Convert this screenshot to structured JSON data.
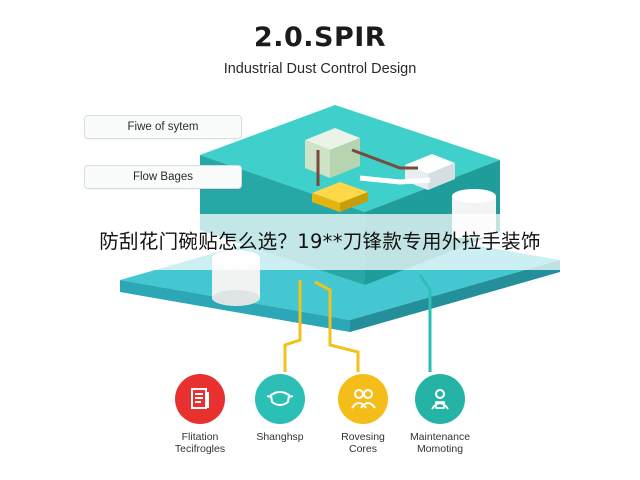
{
  "header": {
    "title": "2.0.SPIR",
    "subtitle": "Industrial Dust Control Design"
  },
  "labels": [
    {
      "text": "Fiwe of sytem"
    },
    {
      "text": "Flow Bages"
    }
  ],
  "banner": {
    "text": "防刮花门碗贴怎么选？19**刀锋款专用外拉手装饰"
  },
  "features": [
    {
      "line1": "Flitation",
      "line2": "Tecifrogles",
      "color": "#e8302f",
      "icon": "document-icon"
    },
    {
      "line1": "Shanghsp",
      "line2": "",
      "color": "#2bbfb6",
      "icon": "mask-icon"
    },
    {
      "line1": "Rovesing",
      "line2": "Cores",
      "color": "#f4bd1a",
      "icon": "people-icon"
    },
    {
      "line1": "Maintenance",
      "line2": "Momoting",
      "color": "#25b3a6",
      "icon": "worker-icon"
    }
  ],
  "colors": {
    "platform_top": "#3fd0cc",
    "platform_side": "#1f9d9a",
    "platform_lower": "#45c7d2",
    "pipe_yellow": "#f2c21a",
    "pipe_teal": "#2bbfb6"
  }
}
